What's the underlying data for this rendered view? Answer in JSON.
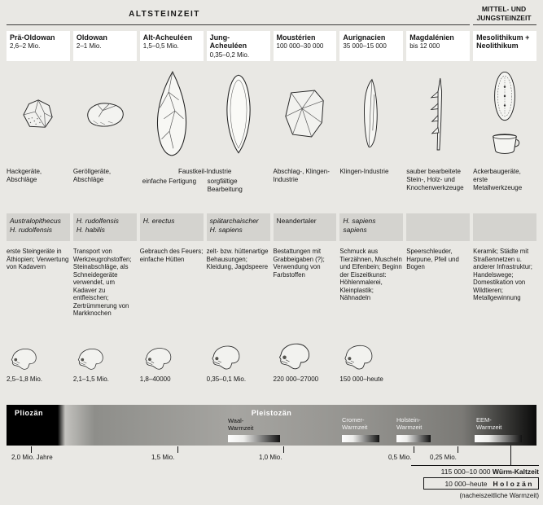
{
  "header": {
    "altsteinzeit": "ALTSTEINZEIT",
    "mittel_line1": "MITTEL- UND",
    "mittel_line2": "JUNGSTEINZEIT"
  },
  "faustkeil": {
    "title": "Faustkeil-Industrie",
    "left": "einfache Fertigung",
    "right": "sorgfältige Bearbeitung"
  },
  "columns": [
    {
      "name": "Prä-Oldowan",
      "date": "2,6–2 Mio.",
      "illustration": "chopper-tool",
      "tool_label": "Hackgeräte, Abschläge",
      "hominid_line1": "Australopithecus",
      "hominid_line2": "H. rudolfensis",
      "culture": "erste Steingeräte in Äthiopien; Verwertung von Kadavern",
      "skull_date": "2,5–1,8 Mio."
    },
    {
      "name": "Oldowan",
      "date": "2–1 Mio.",
      "illustration": "pebble-tool",
      "tool_label": "Geröllgeräte, Abschläge",
      "hominid_line1": "H. rudolfensis",
      "hominid_line2": "H. habilis",
      "culture": "Transport von Werkzeugrohstoffen; Steinabschläge, als Schneidegeräte verwendet, um Kadaver zu entfleischen; Zertrümmerung von Markknochen",
      "skull_date": "2,1–1,5 Mio."
    },
    {
      "name": "Alt-Acheuléen",
      "date": "1,5–0,5 Mio.",
      "illustration": "handaxe-tool",
      "hominid_line1": "H. erectus",
      "culture": "Gebrauch des Feuers; einfache Hütten",
      "skull_date": "1,8–40000"
    },
    {
      "name": "Jung-Acheuléen",
      "date": "0,35–0,2 Mio.",
      "illustration": "refined-handaxe-tool",
      "hominid_line1": "spätarchaischer",
      "hominid_line2": "H. sapiens",
      "culture": "zelt- bzw. hüttenartige Behausungen; Kleidung, Jagdspeere",
      "skull_date": "0,35–0,1 Mio."
    },
    {
      "name": "Moustérien",
      "date": "100 000–30 000",
      "illustration": "flake-tool",
      "tool_label": "Abschlag-, Klingen-Industrie",
      "hominid_line1": "Neandertaler",
      "culture": "Bestattungen mit Grabbeigaben (?); Verwendung von Farbstoffen",
      "skull_date": "220 000–27000"
    },
    {
      "name": "Aurignacien",
      "date": "35 000–15 000",
      "illustration": "blade-tool",
      "tool_label": "Klingen-Industrie",
      "hominid_line1": "H. sapiens sapiens",
      "culture": "Schmuck aus Tierzähnen, Muscheln und Elfenbein; Beginn der Eiszeitkunst: Höhlenmalerei, Kleinplastik; Nähnadeln",
      "skull_date": "150 000–heute"
    },
    {
      "name": "Magdalénien",
      "date": "bis 12 000",
      "illustration": "harpoon-tool",
      "tool_label": "sauber bearbeitete Stein-, Holz- und Knochenwerkzeuge",
      "culture": "Speerschleuder, Harpune, Pfeil und Bogen"
    },
    {
      "name": "Mesolithikum + Neolithikum",
      "illustration": "ornament-and-pot",
      "tool_label": "Ackerbaugeräte, erste Metallwerkzeuge",
      "culture": "Keramik; Städte mit Straßennetzen u. anderer Infrastruktur; Handelswege; Domestikation von Wildtieren; Metallgewinnung"
    }
  ],
  "timeline": {
    "pliozaen": "Pliozän",
    "pleistozaen": "Pleistozän",
    "warm_periods": [
      {
        "name": "Waal-Warmzeit"
      },
      {
        "name": "Cromer-Warmzeit"
      },
      {
        "name": "Holstein-Warmzeit"
      },
      {
        "name": "EEM-Warmzeit"
      }
    ],
    "scale_labels": [
      "2,0 Mio. Jahre",
      "1,5 Mio.",
      "1,0 Mio.",
      "0,5 Mio.",
      "0,25 Mio."
    ],
    "wuerm_range": "115 000–10 000",
    "wuerm_label": "Würm-Kaltzeit",
    "holozaen_range": "10 000–heute",
    "holozaen_label": "Holozän",
    "holozaen_note": "(nacheiszeitliche Warmzeit)"
  },
  "colors": {
    "page_bg": "#e9e8e4",
    "hominid_band_bg": "#d4d3cf",
    "timeline_dark": "#0a0a0a",
    "cell_bg": "#ffffff"
  }
}
